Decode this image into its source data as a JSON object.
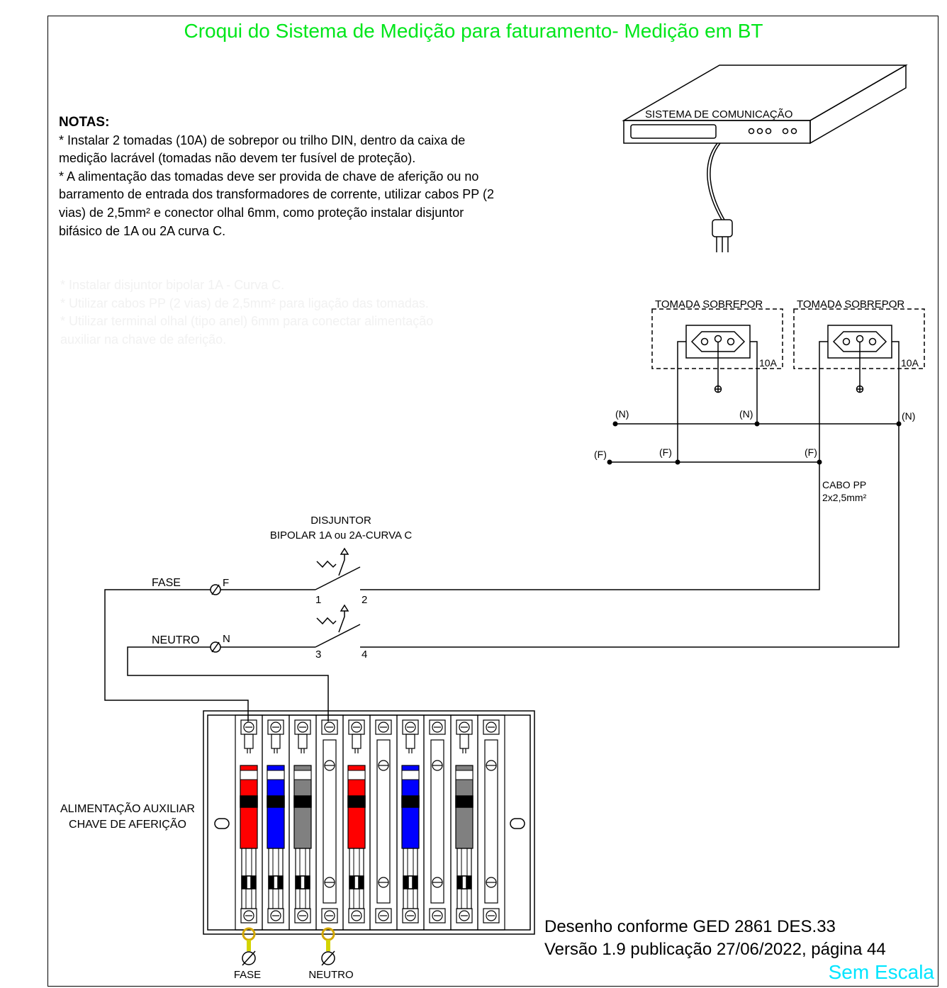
{
  "title": "Croqui do Sistema de Medição para faturamento- Medição em BT",
  "notes": {
    "heading": "NOTAS:",
    "item1": "* Instalar 2 tomadas (10A) de sobrepor ou trilho DIN, dentro da caixa de medição lacrável (tomadas não devem ter fusível de proteção).",
    "item2": "* A alimentação das tomadas deve ser provida de chave de aferição ou no barramento de entrada dos transformadores de corrente, utilizar cabos PP (2 vias) de 2,5mm² e conector olhal 6mm, como proteção instalar disjuntor bifásico de 1A ou 2A curva C."
  },
  "faded_notes": {
    "item1": "* Instalar disjuntor bipolar 1A - Curva C.",
    "item2": "* Utilizar cabos PP (2 vias) de 2,5mm² para ligação das tomadas.",
    "item3": "* Utilizar terminal olhal (tipo anel) 6mm para conectar alimentação auxiliar na chave de aferição."
  },
  "labels": {
    "comm_system": "SISTEMA DE COMUNICAÇÃO",
    "outlet_1": "TOMADA SOBREPOR",
    "outlet_2": "TOMADA SOBREPOR",
    "outlet_rating_1": "10A",
    "outlet_rating_2": "10A",
    "n_label": "(N)",
    "f_label": "(F)",
    "cable_line1": "CABO PP",
    "cable_line2": "2x2,5mm²",
    "breaker_line1": "DISJUNTOR",
    "breaker_line2": "BIPOLAR 1A ou 2A-CURVA C",
    "fase": "FASE",
    "neutro": "NEUTRO",
    "f_mark": "F",
    "n_mark": "N",
    "pin1": "1",
    "pin2": "2",
    "pin3": "3",
    "pin4": "4",
    "aux_line1": "ALIMENTAÇÃO AUXILIAR",
    "aux_line2": "CHAVE DE AFERIÇÃO",
    "bottom_fase": "FASE",
    "bottom_neutro": "NEUTRO"
  },
  "footer": {
    "line1": "Desenho conforme GED 2861 DES.33",
    "line2": "Versão 1.9 publicação 27/06/2022, página 44",
    "scale": "Sem Escala"
  },
  "colors": {
    "title": "#00e61a",
    "scale": "#00e5ff",
    "red": "#ff0000",
    "blue": "#0000ff",
    "gray": "#808080",
    "terminal": "#ffd700"
  },
  "switch_modules": [
    "red",
    "blue",
    "gray",
    "blank",
    "red",
    "blank",
    "blue",
    "blank",
    "gray",
    "blank"
  ]
}
